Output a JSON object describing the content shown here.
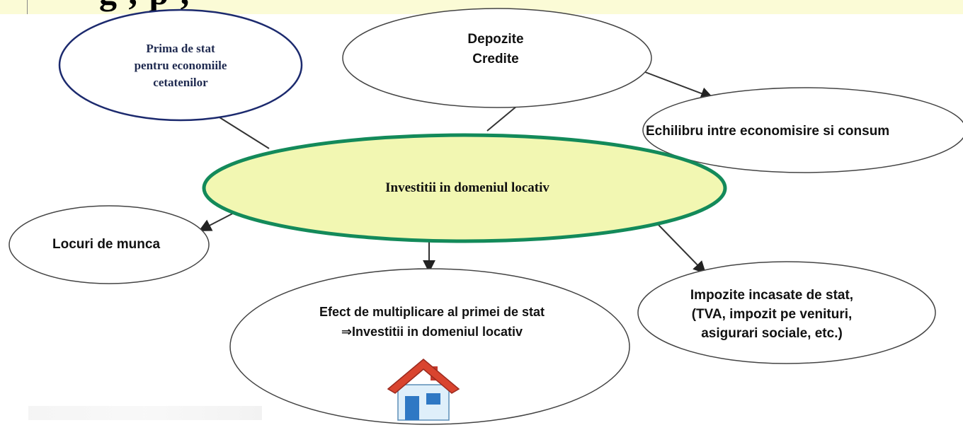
{
  "header": {
    "title_partial": "g          , p     ,"
  },
  "nodes": {
    "center": "Investitii  in domeniul locativ",
    "prima": "Prima de stat\npentru economiile\ncetatenilor",
    "depozite": "Depozite\nCredite",
    "echilibru": "Echilibru intre economisire si consum",
    "locuri": "Locuri de munca",
    "efect": "Efect de multiplicare al primei de stat\n⇒Investitii in domeniul locativ",
    "impozite": "Impozite incasate de stat,\n(TVA, impozit pe venituri,\nasigurari sociale, etc.)"
  },
  "icons": {
    "house": "house-icon"
  },
  "colors": {
    "center_fill": "#f2f7b2",
    "center_stroke": "#138a5a",
    "prima_stroke": "#1c2a6e",
    "band": "#fbfbd6"
  }
}
